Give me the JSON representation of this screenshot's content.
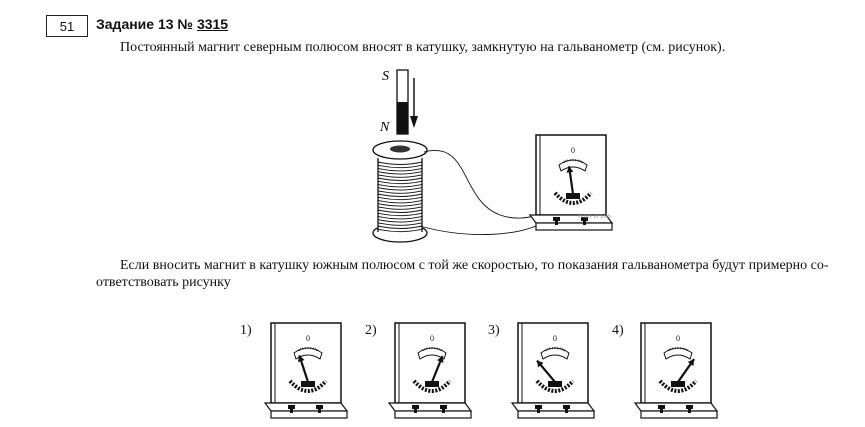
{
  "task": {
    "number": "51",
    "title_prefix": "Задание 13 №",
    "id": "3315",
    "statement": "Постоянный магнит северным полюсом вносят в катушку, замкнутую на гальванометр (см. рисунок).",
    "question": "Если вносить магнит в катушку южным полюсом с той же скоростью, то показания гальванометра будут примерно со-ответствовать рисунку"
  },
  "figure": {
    "pole_s": "S",
    "pole_n": "N",
    "zero_label": "0",
    "watermark": "РЕШУ ЕГЭ.РФ"
  },
  "options": [
    {
      "label": "1)",
      "needle": "left-small"
    },
    {
      "label": "2)",
      "needle": "right-small"
    },
    {
      "label": "3)",
      "needle": "left-large"
    },
    {
      "label": "4)",
      "needle": "right-large"
    }
  ]
}
